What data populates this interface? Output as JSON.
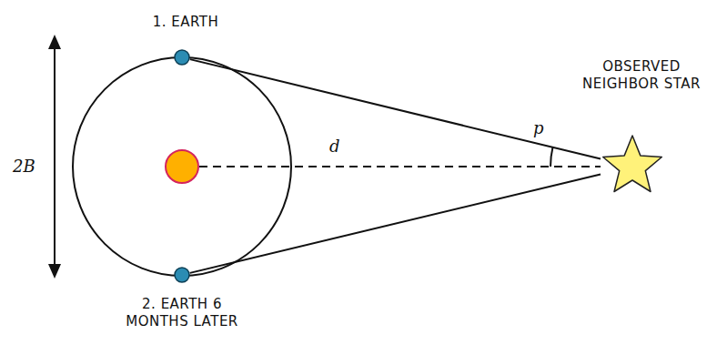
{
  "diagram": {
    "nodes": [
      {
        "text": [
          "1. EARTH"
        ]
      },
      {
        "text": [
          "OBSERVED NEIGHBOR STAR"
        ]
      },
      {
        "text": [
          "2. EARTH 6 MONTHS LATER"
        ]
      }
    ],
    "edges": [
      {
        "from": 0,
        "to": 1,
        "arrow": "none"
      },
      {
        "from": 2,
        "to": 1,
        "arrow": "none"
      }
    ],
    "labels": [
      "2B",
      "d",
      "p"
    ]
  }
}
